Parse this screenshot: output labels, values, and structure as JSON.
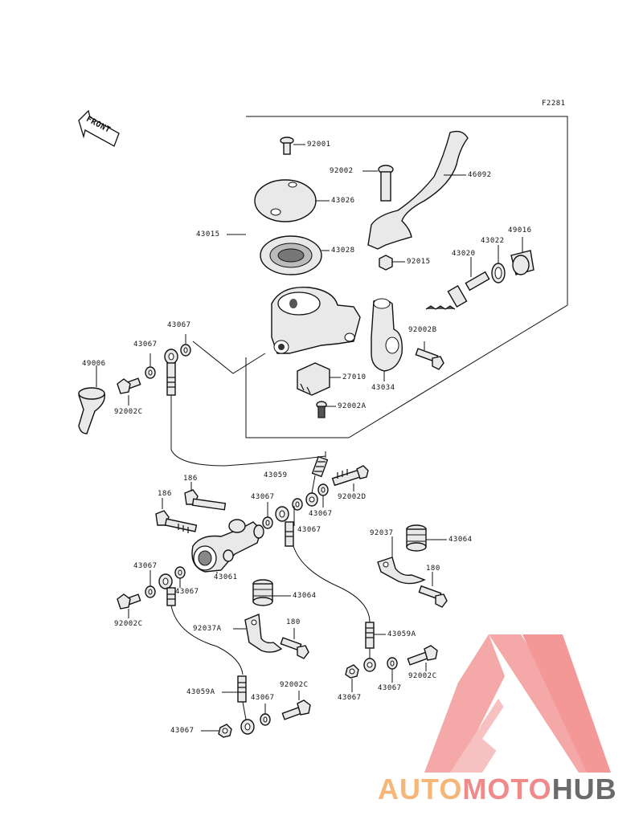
{
  "figure_code": "F2281",
  "front_label": "FRONT",
  "watermark": {
    "part1": "AUTO",
    "part2": "MOTO",
    "part3": "HUB",
    "color_orange": "#f5b678",
    "color_red": "#f08a8a",
    "color_gray": "#6b6b6b"
  },
  "labels": {
    "l92001": "92001",
    "l92002": "92002",
    "l46092": "46092",
    "l43026": "43026",
    "l43015": "43015",
    "l43028": "43028",
    "l92015": "92015",
    "l43020": "43020",
    "l43022": "43022",
    "l49016": "49016",
    "l92002B": "92002B",
    "l27010": "27010",
    "l43034": "43034",
    "l92002A": "92002A",
    "l43067a": "43067",
    "l43067b": "43067",
    "l49006": "49006",
    "l92002Ca": "92002C",
    "l43059": "43059",
    "l92002D": "92002D",
    "l186a": "186",
    "l186b": "186",
    "l43067c": "43067",
    "l43067d": "43067",
    "l43067e": "43067",
    "l92037": "92037",
    "l43064a": "43064",
    "l180a": "180",
    "l43061": "43061",
    "l43067f": "43067",
    "l43067g": "43067",
    "l92002Cb": "92002C",
    "l43064b": "43064",
    "l92037A": "92037A",
    "l180b": "180",
    "l43059Aa": "43059A",
    "l92002Cc": "92002C",
    "l43067h": "43067",
    "l43067i": "43067",
    "l43059Ab": "43059A",
    "l43067j": "43067",
    "l92002Cd": "92002C",
    "l43067k": "43067"
  }
}
